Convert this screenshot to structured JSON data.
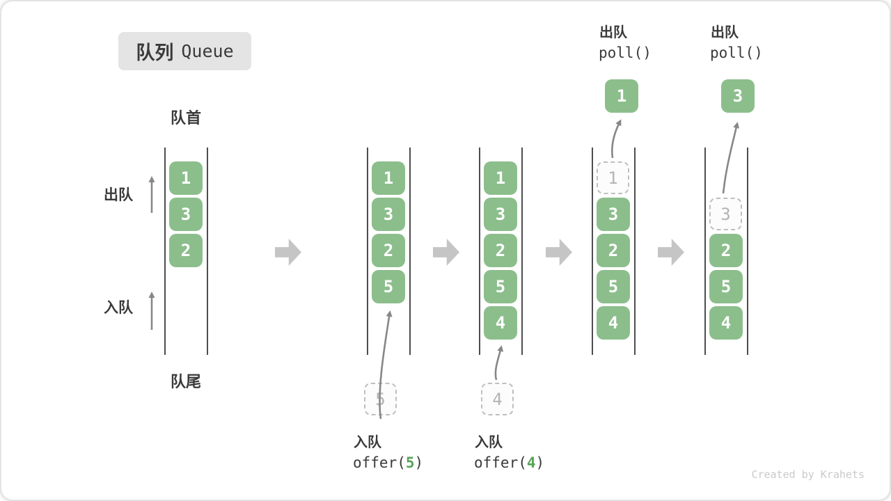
{
  "title": {
    "zh": "队列",
    "en": "Queue"
  },
  "pointers": {
    "front": "队首",
    "rear": "队尾"
  },
  "side_labels": {
    "dequeue": "出队",
    "enqueue": "入队"
  },
  "queues": [
    {
      "slots": [
        "1",
        "3",
        "2"
      ]
    },
    {
      "slots": [
        "1",
        "3",
        "2",
        "5"
      ],
      "staging": "5",
      "op_action": "入队",
      "op_open": "offer(",
      "op_arg": "5",
      "op_close": ")"
    },
    {
      "slots": [
        "1",
        "3",
        "2",
        "5",
        "4"
      ],
      "staging": "4",
      "op_action": "入队",
      "op_open": "offer(",
      "op_arg": "4",
      "op_close": ")"
    },
    {
      "ghost": "1",
      "slots": [
        "3",
        "2",
        "5",
        "4"
      ],
      "popped": "1",
      "op_action": "出队",
      "op_code": "poll()"
    },
    {
      "ghost": "3",
      "slots": [
        "2",
        "5",
        "4"
      ],
      "popped": "3",
      "op_action": "出队",
      "op_code": "poll()"
    }
  ],
  "footer": {
    "credit": "Created by Krahets"
  },
  "colors": {
    "box_green": "#8CBE8C",
    "code_arg_green": "#56A356",
    "arrow_gray": "#878787",
    "block_arrow_gray": "#C5C5C5",
    "channel_line": "#4D4D4D",
    "dashed_border": "#BFBFBF",
    "badge_bg": "#E4E4E4",
    "text_dark": "#3A3A3A",
    "credit_gray": "#C9C9C9"
  }
}
